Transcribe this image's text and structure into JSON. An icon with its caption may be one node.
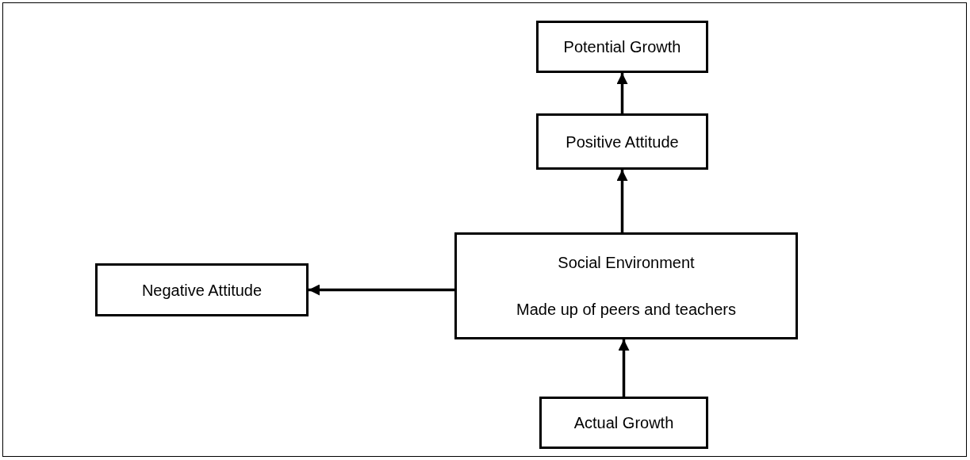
{
  "diagram": {
    "nodes": [
      {
        "text": [
          "Potential Growth"
        ]
      },
      {
        "text": [
          "Positive Attitude"
        ]
      },
      {
        "text": [
          "Negative Attitude"
        ]
      },
      {
        "text": [
          "Social Environment",
          "Made up of peers and teachers"
        ]
      },
      {
        "text": [
          "Actual Growth"
        ]
      }
    ],
    "edges": [
      {
        "from": 4,
        "to": 3,
        "arrow": "to"
      },
      {
        "from": 3,
        "to": 1,
        "arrow": "to"
      },
      {
        "from": 1,
        "to": 0,
        "arrow": "to"
      },
      {
        "from": 3,
        "to": 2,
        "arrow": "to"
      }
    ]
  }
}
